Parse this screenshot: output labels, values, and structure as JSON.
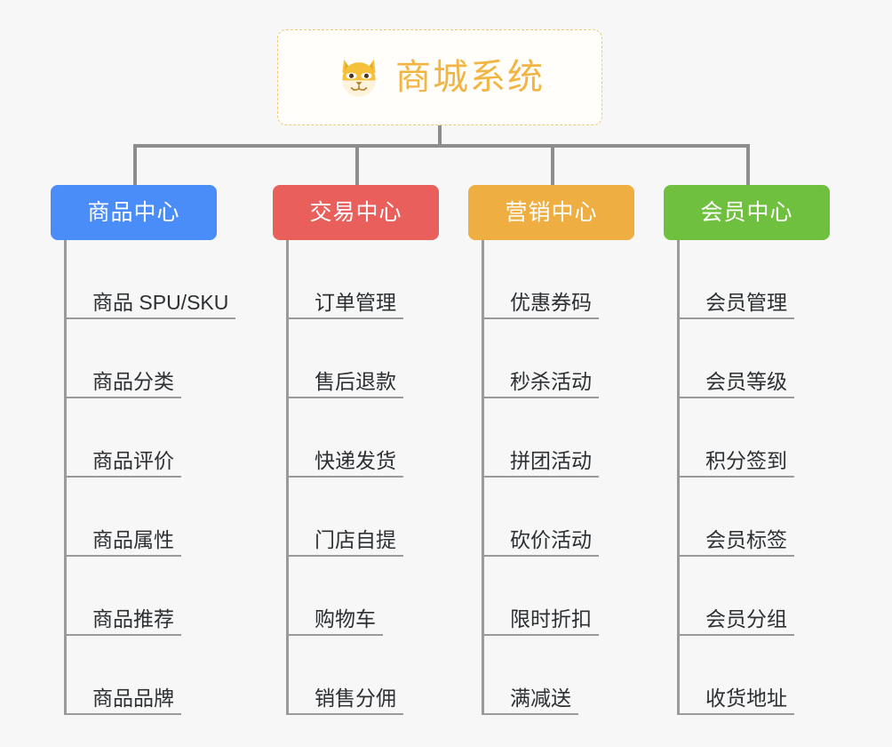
{
  "root": {
    "title": "商城系统",
    "icon": "shiba-dog-emoji",
    "text_color": "#f2b544",
    "border_color": "#f0c678",
    "background": "#fffefb"
  },
  "page": {
    "background": "#f7f7f7",
    "connector_color": "#8d8d8d",
    "leaf_line_color": "#9a9a9a",
    "leaf_text_color": "#2c3033"
  },
  "columns": [
    {
      "title": "商品中心",
      "color": "#4b8df8",
      "items": [
        "商品 SPU/SKU",
        "商品分类",
        "商品评价",
        "商品属性",
        "商品推荐",
        "商品品牌"
      ]
    },
    {
      "title": "交易中心",
      "color": "#e95f5c",
      "items": [
        "订单管理",
        "售后退款",
        "快递发货",
        "门店自提",
        "购物车",
        "销售分佣"
      ]
    },
    {
      "title": "营销中心",
      "color": "#eeae41",
      "items": [
        "优惠券码",
        "秒杀活动",
        "拼团活动",
        "砍价活动",
        "限时折扣",
        "满减送"
      ]
    },
    {
      "title": "会员中心",
      "color": "#70c040",
      "items": [
        "会员管理",
        "会员等级",
        "积分签到",
        "会员标签",
        "会员分组",
        "收货地址"
      ]
    }
  ]
}
